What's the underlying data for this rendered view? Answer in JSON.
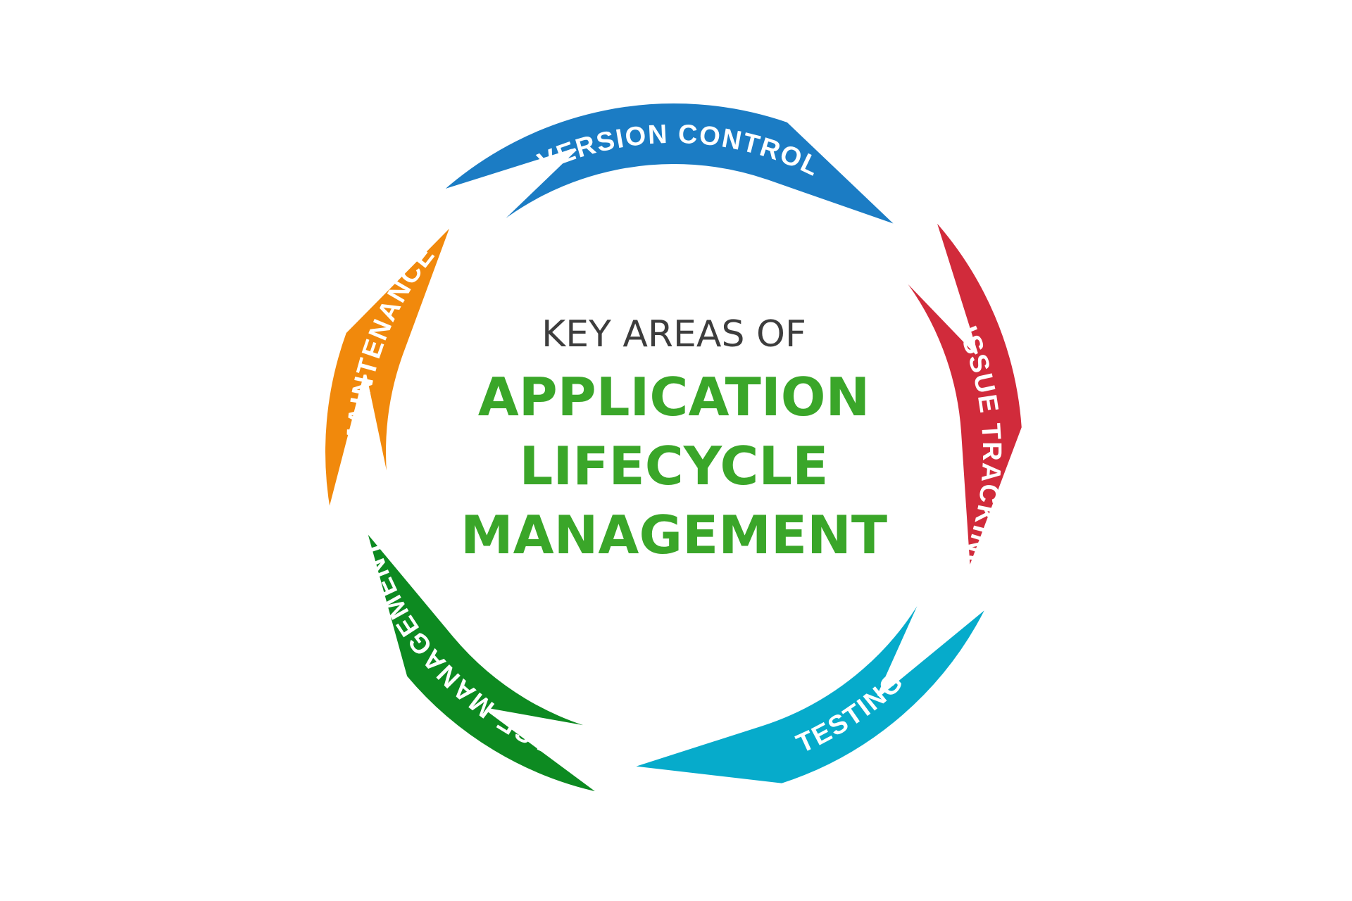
{
  "center": {
    "pre_title": "KEY AREAS OF",
    "title_lines": [
      "APPLICATION",
      "LIFECYCLE",
      "MANAGEMENT"
    ]
  },
  "colors": {
    "center_pre_title": "#3d3d3d",
    "center_title": "#3aa629"
  },
  "stages": [
    {
      "id": "version-control",
      "label": "VERSION CONTROL",
      "color": "#1b7cc4"
    },
    {
      "id": "issue-tracking",
      "label": "ISSUE TRACKING",
      "color": "#d12b3b"
    },
    {
      "id": "testing",
      "label": "TESTING",
      "color": "#06abcb"
    },
    {
      "id": "release-management",
      "label": "RELEASE MANAGEMENT",
      "color": "#0d8a21"
    },
    {
      "id": "maintenance",
      "label": "MAINTENANCE",
      "color": "#f1890c"
    }
  ]
}
